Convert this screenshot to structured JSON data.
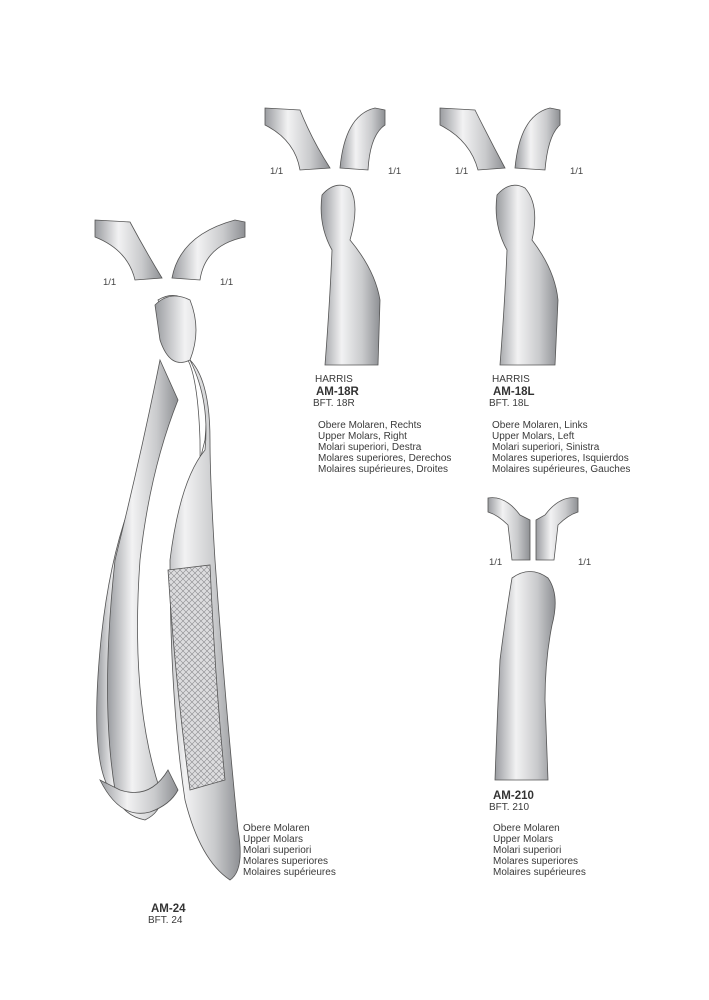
{
  "scale_label": "1/1",
  "products": [
    {
      "series": "HARRIS",
      "code": "AM-18R",
      "ref": "BFT. 18R",
      "descriptions": [
        "Obere Molaren, Rechts",
        "Upper Molars, Right",
        "Molari superiori, Destra",
        "Molares superiores, Derechos",
        "Molaires supérieures, Droites"
      ]
    },
    {
      "series": "HARRIS",
      "code": "AM-18L",
      "ref": "BFT. 18L",
      "descriptions": [
        "Obere Molaren, Links",
        "Upper Molars, Left",
        "Molari superiori, Sinistra",
        "Molares superiores, Isquierdos",
        "Molaires supérieures, Gauches"
      ]
    },
    {
      "code": "AM-210",
      "ref": "BFT. 210",
      "descriptions": [
        "Obere Molaren",
        "Upper Molars",
        "Molari superiori",
        "Molares superiores",
        "Molaires supérieures"
      ]
    },
    {
      "code": "AM-24",
      "ref": "BFT. 24",
      "descriptions": [
        "Obere Molaren",
        "Upper Molars",
        "Molari superiori",
        "Molares superiores",
        "Molaires supérieures"
      ]
    }
  ]
}
